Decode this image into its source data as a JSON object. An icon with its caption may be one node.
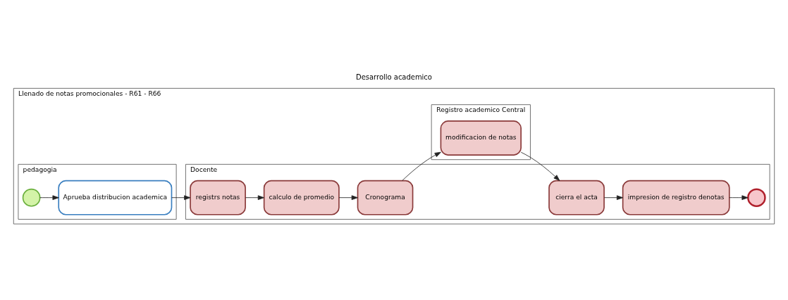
{
  "diagram": {
    "title": "Desarrollo academico",
    "nodes": [
      {
        "text": [
          "Llenado de notas promocionales - R61 - R66"
        ]
      },
      {
        "text": [
          "Registro academico Central"
        ],
        "in": 0
      },
      {
        "text": [
          "modificacion de notas"
        ],
        "in": 1
      },
      {
        "text": [
          "Docente"
        ],
        "in": 0
      },
      {
        "text": [
          "registrs notas"
        ],
        "in": 3
      },
      {
        "text": [
          "calculo de promedio"
        ],
        "in": 3
      },
      {
        "text": [
          "Cronograma"
        ],
        "in": 3
      },
      {
        "text": [
          "cierra el acta"
        ],
        "in": 3
      },
      {
        "text": [
          "impresion de registro denotas"
        ],
        "in": 3
      },
      {
        "text": [],
        "shape": "circle",
        "in": 3
      },
      {
        "text": [
          "pedagogia"
        ],
        "in": 0
      },
      {
        "text": [],
        "shape": "circle",
        "in": 10
      },
      {
        "text": [
          "Aprueba distribucion academica"
        ],
        "in": 10
      }
    ],
    "edges": [
      {
        "from": 11,
        "to": 12,
        "arrow": "to"
      },
      {
        "from": 12,
        "to": 4,
        "arrow": "to"
      },
      {
        "from": 4,
        "to": 5,
        "arrow": "to"
      },
      {
        "from": 5,
        "to": 6,
        "arrow": "to"
      },
      {
        "from": 6,
        "to": 2,
        "arrow": "to"
      },
      {
        "from": 2,
        "to": 7,
        "arrow": "to"
      },
      {
        "from": 7,
        "to": 8,
        "arrow": "to"
      },
      {
        "from": 8,
        "to": 9,
        "arrow": "to"
      }
    ]
  }
}
